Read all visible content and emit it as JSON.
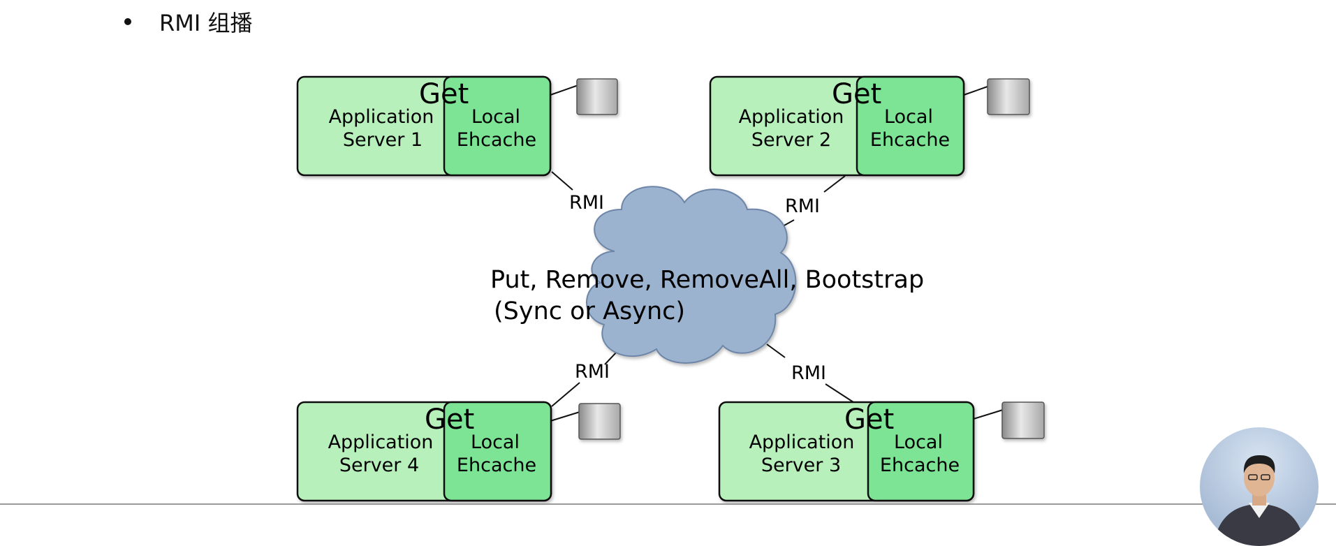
{
  "slide": {
    "bullet_title": "RMI 组播"
  },
  "diagram": {
    "servers": [
      {
        "get": "Get",
        "app_line1": "Application",
        "app_line2": "Server 1",
        "cache_line1": "Local",
        "cache_line2": "Ehcache",
        "link_label": "RMI"
      },
      {
        "get": "Get",
        "app_line1": "Application",
        "app_line2": "Server 2",
        "cache_line1": "Local",
        "cache_line2": "Ehcache",
        "link_label": "RMI"
      },
      {
        "get": "Get",
        "app_line1": "Application",
        "app_line2": "Server 4",
        "cache_line1": "Local",
        "cache_line2": "Ehcache",
        "link_label": "RMI"
      },
      {
        "get": "Get",
        "app_line1": "Application",
        "app_line2": "Server 3",
        "cache_line1": "Local",
        "cache_line2": "Ehcache",
        "link_label": "RMI"
      }
    ],
    "cloud_line1": "Put, Remove, RemoveAll, Bootstrap",
    "cloud_line2": "(Sync or Async)"
  },
  "colors": {
    "app_box": "#b8f0bc",
    "cache_box": "#7ce494",
    "cloud": "#9cb3d0"
  }
}
